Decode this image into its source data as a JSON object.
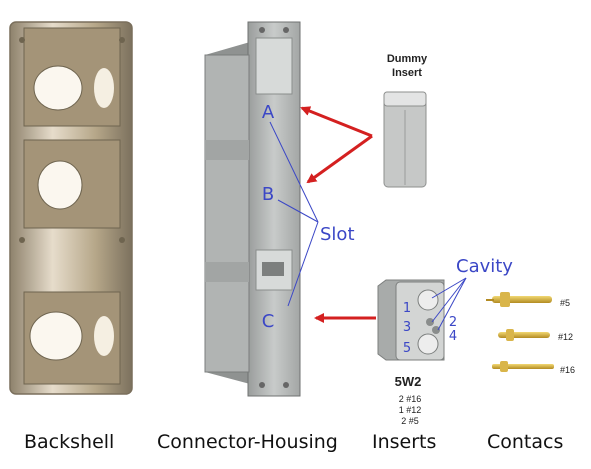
{
  "colors": {
    "annotation_blue": "#3b47c6",
    "arrow_red": "#d42020",
    "housing_grey": "#b9bcbb",
    "backshell_metal": "#c9b89a"
  },
  "captions": {
    "backshell": "Backshell",
    "housing": "Connector-Housing",
    "inserts": "Inserts",
    "contacts": "Contacs"
  },
  "dummy_insert": {
    "line1": "Dummy",
    "line2": "Insert"
  },
  "slots": {
    "a": "A",
    "b": "B",
    "c": "C",
    "label": "Slot"
  },
  "cavity": {
    "label": "Cavity",
    "n1": "1",
    "n2": "2",
    "n3": "3",
    "n4": "4",
    "n5": "5"
  },
  "insert": {
    "name": "5W2",
    "spec1": "2 #16",
    "spec2": "1 #12",
    "spec3": "2 #5"
  },
  "contacts": {
    "c5": "#5",
    "c12": "#12",
    "c16": "#16"
  }
}
